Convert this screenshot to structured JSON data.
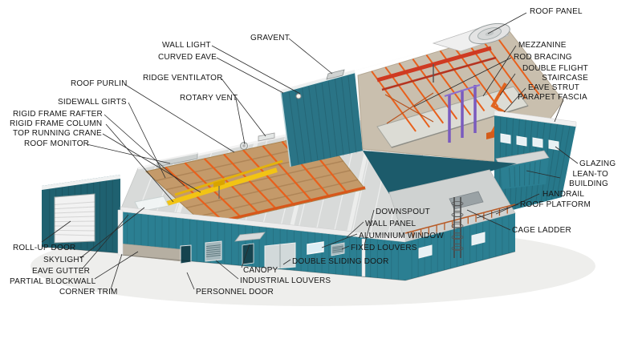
{
  "diagram_type": "steel-building-components-cutaway",
  "colors": {
    "wall_teal": "#2b7f92",
    "wall_teal_dark": "#1f6170",
    "roof_gray": "#d8dad9",
    "frame_orange": "#e8601c",
    "crane_yellow": "#f2c414",
    "crane_red": "#cf3a22",
    "equipment_purple": "#7a5bbf",
    "floor_tan": "#c49a6a",
    "background": "#ffffff"
  },
  "labels": [
    {
      "id": "roof-panel",
      "text": "ROOF PANEL"
    },
    {
      "id": "gravent",
      "text": "GRAVENT"
    },
    {
      "id": "wall-light",
      "text": "WALL LIGHT"
    },
    {
      "id": "curved-eave",
      "text": "CURVED EAVE"
    },
    {
      "id": "mezzanine",
      "text": "MEZZANINE"
    },
    {
      "id": "rod-bracing",
      "text": "ROD BRACING"
    },
    {
      "id": "double-flight-staircase",
      "text": "DOUBLE FLIGHT STAIRCASE"
    },
    {
      "id": "ridge-ventilator",
      "text": "RIDGE VENTILATOR"
    },
    {
      "id": "eave-strut",
      "text": "EAVE STRUT"
    },
    {
      "id": "roof-purlin",
      "text": "ROOF PURLIN"
    },
    {
      "id": "parapet-fascia",
      "text": "PARAPET FASCIA"
    },
    {
      "id": "rotary-vent",
      "text": "ROTARY VENT"
    },
    {
      "id": "sidewall-girts",
      "text": "SIDEWALL GIRTS"
    },
    {
      "id": "rigid-frame-rafter",
      "text": "RIGID FRAME RAFTER"
    },
    {
      "id": "rigid-frame-column",
      "text": "RIGID FRAME COLUMN"
    },
    {
      "id": "top-running-crane",
      "text": "TOP RUNNING CRANE"
    },
    {
      "id": "roof-monitor",
      "text": "ROOF MONITOR"
    },
    {
      "id": "glazing",
      "text": "GLAZING"
    },
    {
      "id": "lean-to-building",
      "text": "LEAN-TO BUILDING"
    },
    {
      "id": "handrail",
      "text": "HANDRAIL"
    },
    {
      "id": "roof-platform",
      "text": "ROOF PLATFORM"
    },
    {
      "id": "downspout",
      "text": "DOWNSPOUT"
    },
    {
      "id": "wall-panel",
      "text": "WALL PANEL"
    },
    {
      "id": "cage-ladder",
      "text": "CAGE LADDER"
    },
    {
      "id": "aluminium-window",
      "text": "ALUMINIUM WINDOW"
    },
    {
      "id": "fixed-louvers",
      "text": "FIXED LOUVERS"
    },
    {
      "id": "roll-up-door",
      "text": "ROLL-UP DOOR"
    },
    {
      "id": "skylight",
      "text": "SKYLIGHT"
    },
    {
      "id": "double-sliding-door",
      "text": "DOUBLE SLIDING DOOR"
    },
    {
      "id": "canopy",
      "text": "CANOPY"
    },
    {
      "id": "eave-gutter",
      "text": "EAVE GUTTER"
    },
    {
      "id": "industrial-louvers",
      "text": "INDUSTRIAL LOUVERS"
    },
    {
      "id": "partial-blockwall",
      "text": "PARTIAL BLOCKWALL"
    },
    {
      "id": "corner-trim",
      "text": "CORNER TRIM"
    },
    {
      "id": "personnel-door",
      "text": "PERSONNEL DOOR"
    }
  ]
}
